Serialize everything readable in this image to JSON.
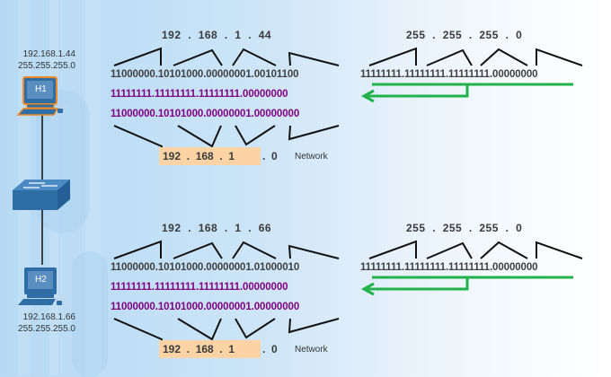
{
  "hosts": [
    {
      "name": "H1",
      "ip": "192.168.1.44",
      "mask": "255.255.255.0",
      "selected": true
    },
    {
      "name": "H2",
      "ip": "192.168.1.66",
      "mask": "255.255.255.0",
      "selected": false
    }
  ],
  "calculations": [
    {
      "ip_decimal": "192  .  168  .  1  .  44",
      "ip_binary": "11000000.10101000.00000001.00101100",
      "mask_binary": "11111111.11111111.11111111.00000000",
      "result_binary": "11000000.10101000.00000001.00000000",
      "network_highlight": "192  .  168  .  1 ",
      "network_last": ".  0",
      "network_label": "Network",
      "mask_decimal": "255  .  255  .  255  .  0",
      "mask_binary_right": "11111111.11111111.11111111.00000000"
    },
    {
      "ip_decimal": "192  .  168  .  1  .  66",
      "ip_binary": "11000000.10101000.00000001.01000010",
      "mask_binary": "11111111.11111111.11111111.00000000",
      "result_binary": "11000000.10101000.00000001.00000000",
      "network_highlight": "192  .  168  .  1 ",
      "network_last": ".  0",
      "network_label": "Network",
      "mask_decimal": "255  .  255  .  255  .  0",
      "mask_binary_right": "11111111.11111111.11111111.00000000"
    }
  ],
  "colors": {
    "purple": "#800080",
    "green_arrow": "#22b24c",
    "network_highlight": "#fbd3a4",
    "device_blue": "#2e6da4",
    "selected_outline": "#f08a24"
  }
}
